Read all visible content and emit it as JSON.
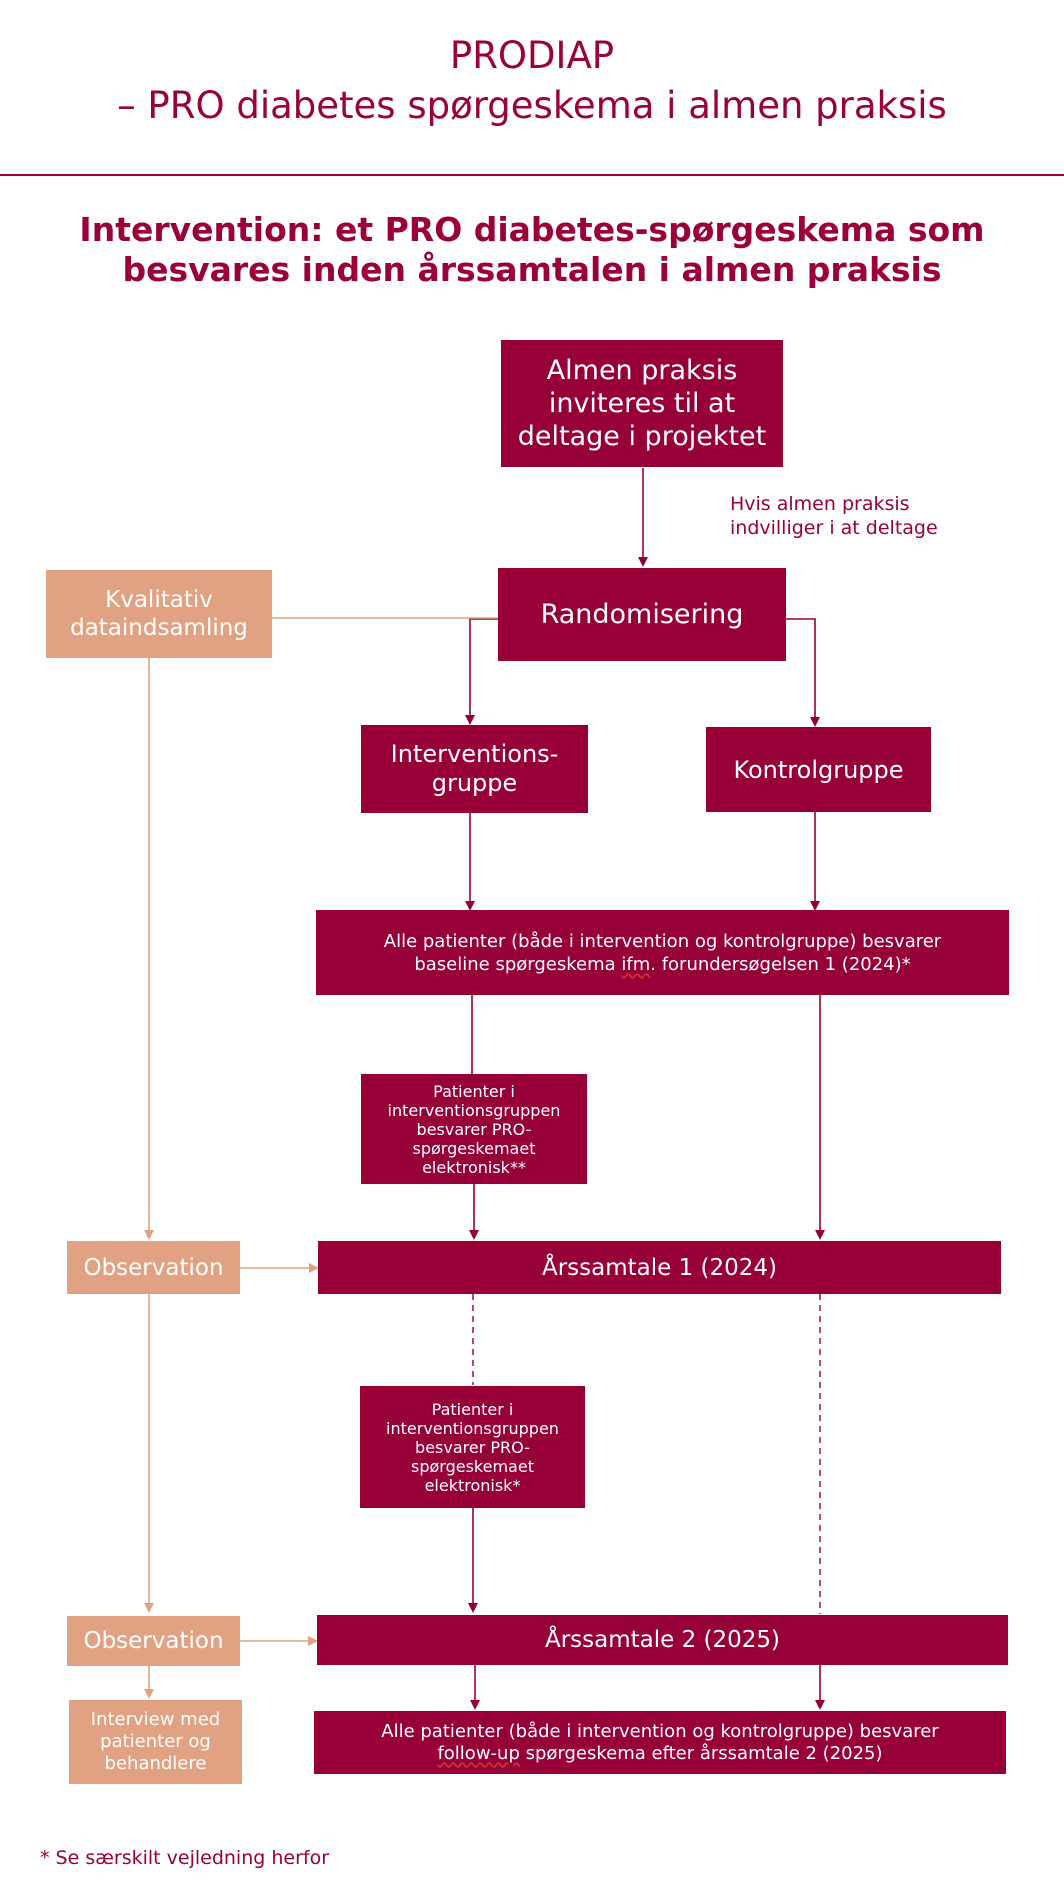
{
  "header": {
    "title_line1": "PRODIAP",
    "title_line2": "– PRO diabetes spørgeskema i almen praksis"
  },
  "subtitle": {
    "line1": "Intervention: et PRO diabetes-spørgeskema som",
    "line2": "besvares inden årssamtalen i almen praksis"
  },
  "flow": {
    "invite": [
      "Almen praksis",
      "inviteres til at",
      "deltage i projektet"
    ],
    "condition_note": [
      "Hvis almen praksis",
      "indvilliger i at deltage"
    ],
    "randomization": "Randomisering",
    "qualitative": [
      "Kvalitativ",
      "dataindsamling"
    ],
    "intervention_group": [
      "Interventions-",
      "gruppe"
    ],
    "control_group": "Kontrolgruppe",
    "baseline": {
      "line1": "Alle patienter (både i intervention og kontrolgruppe) besvarer",
      "line2_pre": "baseline spørgeskema ",
      "line2_marked": "ifm",
      "line2_post": ". forundersøgelsen 1 (2024)*"
    },
    "pro_electronic_1": [
      "Patienter i",
      "interventionsgruppen",
      "besvarer PRO-",
      "spørgeskemaet",
      "elektronisk**"
    ],
    "observation_1": "Observation",
    "annual_1": "Årssamtale 1 (2024)",
    "pro_electronic_2": [
      "Patienter i",
      "interventionsgruppen",
      "besvarer PRO-",
      "spørgeskemaet",
      "elektronisk*"
    ],
    "observation_2": "Observation",
    "annual_2": "Årssamtale 2 (2025)",
    "interview": [
      "Interview med",
      "patienter og",
      "behandlere"
    ],
    "followup": {
      "line1": "Alle patienter (både i intervention og kontrolgruppe) besvarer",
      "line2_marked": "follow-up",
      "line2_post": " spørgeskema efter årssamtale 2 (2025)"
    }
  },
  "footnote": "* Se særskilt vejledning herfor",
  "colors": {
    "dark": "#960036",
    "light": "#e1a283",
    "text_accent": "#99003c"
  }
}
